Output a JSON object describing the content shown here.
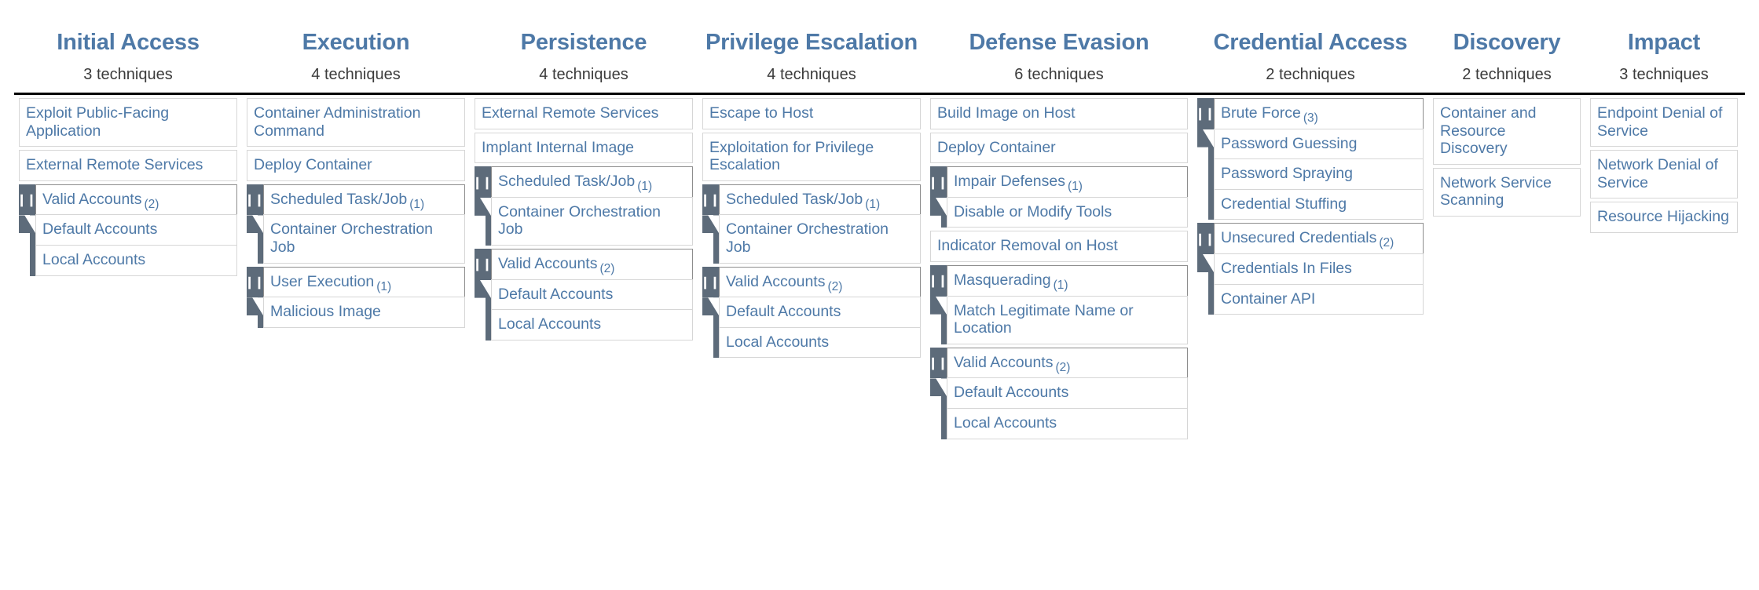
{
  "meta": {
    "accent_color": "#4e79a7",
    "handle_color": "#5d6b7a",
    "cell_border_color": "#d6d6d6",
    "expanded_border_color": "#8d8d8d",
    "rule_color": "#000000",
    "background": "#ffffff",
    "expand_glyph": "❙❙"
  },
  "columns": [
    {
      "tactic": "Initial Access",
      "techniques_label": "3 techniques",
      "techniques": [
        {
          "name": "Exploit Public-Facing Application",
          "count": null,
          "expanded": false,
          "subtechniques": []
        },
        {
          "name": "External Remote Services",
          "count": null,
          "expanded": false,
          "subtechniques": []
        },
        {
          "name": "Valid Accounts",
          "count": "(2)",
          "expanded": true,
          "subtechniques": [
            "Default Accounts",
            "Local Accounts"
          ]
        }
      ]
    },
    {
      "tactic": "Execution",
      "techniques_label": "4 techniques",
      "techniques": [
        {
          "name": "Container Administration Command",
          "count": null,
          "expanded": false,
          "subtechniques": []
        },
        {
          "name": "Deploy Container",
          "count": null,
          "expanded": false,
          "subtechniques": []
        },
        {
          "name": "Scheduled Task/Job",
          "count": "(1)",
          "expanded": true,
          "subtechniques": [
            "Container Orchestration Job"
          ]
        },
        {
          "name": "User Execution",
          "count": "(1)",
          "expanded": true,
          "subtechniques": [
            "Malicious Image"
          ]
        }
      ]
    },
    {
      "tactic": "Persistence",
      "techniques_label": "4 techniques",
      "techniques": [
        {
          "name": "External Remote Services",
          "count": null,
          "expanded": false,
          "subtechniques": []
        },
        {
          "name": "Implant Internal Image",
          "count": null,
          "expanded": false,
          "subtechniques": []
        },
        {
          "name": "Scheduled Task/Job",
          "count": "(1)",
          "expanded": true,
          "subtechniques": [
            "Container Orchestration Job"
          ]
        },
        {
          "name": "Valid Accounts",
          "count": "(2)",
          "expanded": true,
          "subtechniques": [
            "Default Accounts",
            "Local Accounts"
          ]
        }
      ]
    },
    {
      "tactic": "Privilege Escalation",
      "techniques_label": "4 techniques",
      "techniques": [
        {
          "name": "Escape to Host",
          "count": null,
          "expanded": false,
          "subtechniques": []
        },
        {
          "name": "Exploitation for Privilege Escalation",
          "count": null,
          "expanded": false,
          "subtechniques": []
        },
        {
          "name": "Scheduled Task/Job",
          "count": "(1)",
          "expanded": true,
          "subtechniques": [
            "Container Orchestration Job"
          ]
        },
        {
          "name": "Valid Accounts",
          "count": "(2)",
          "expanded": true,
          "subtechniques": [
            "Default Accounts",
            "Local Accounts"
          ]
        }
      ]
    },
    {
      "tactic": "Defense Evasion",
      "techniques_label": "6 techniques",
      "techniques": [
        {
          "name": "Build Image on Host",
          "count": null,
          "expanded": false,
          "subtechniques": []
        },
        {
          "name": "Deploy Container",
          "count": null,
          "expanded": false,
          "subtechniques": []
        },
        {
          "name": "Impair Defenses",
          "count": "(1)",
          "expanded": true,
          "subtechniques": [
            "Disable or Modify Tools"
          ]
        },
        {
          "name": "Indicator Removal on Host",
          "count": null,
          "expanded": false,
          "subtechniques": []
        },
        {
          "name": "Masquerading",
          "count": "(1)",
          "expanded": true,
          "subtechniques": [
            "Match Legitimate Name or Location"
          ]
        },
        {
          "name": "Valid Accounts",
          "count": "(2)",
          "expanded": true,
          "subtechniques": [
            "Default Accounts",
            "Local Accounts"
          ]
        }
      ]
    },
    {
      "tactic": "Credential Access",
      "techniques_label": "2 techniques",
      "techniques": [
        {
          "name": "Brute Force",
          "count": "(3)",
          "expanded": true,
          "subtechniques": [
            "Password Guessing",
            "Password Spraying",
            "Credential Stuffing"
          ]
        },
        {
          "name": "Unsecured Credentials",
          "count": "(2)",
          "expanded": true,
          "subtechniques": [
            "Credentials In Files",
            "Container API"
          ]
        }
      ]
    },
    {
      "tactic": "Discovery",
      "techniques_label": "2 techniques",
      "techniques": [
        {
          "name": "Container and Resource Discovery",
          "count": null,
          "expanded": false,
          "subtechniques": []
        },
        {
          "name": "Network Service Scanning",
          "count": null,
          "expanded": false,
          "subtechniques": []
        }
      ]
    },
    {
      "tactic": "Impact",
      "techniques_label": "3 techniques",
      "techniques": [
        {
          "name": "Endpoint Denial of Service",
          "count": null,
          "expanded": false,
          "subtechniques": []
        },
        {
          "name": "Network Denial of Service",
          "count": null,
          "expanded": false,
          "subtechniques": []
        },
        {
          "name": "Resource Hijacking",
          "count": null,
          "expanded": false,
          "subtechniques": []
        }
      ]
    }
  ]
}
